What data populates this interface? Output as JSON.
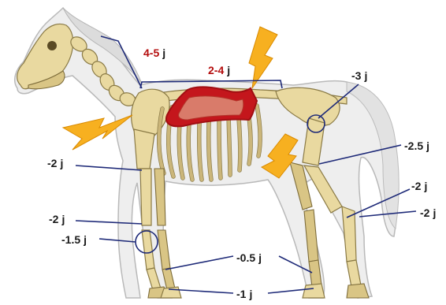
{
  "colors": {
    "label": "#1a1a1a",
    "highlight_label": "#b40d0d",
    "annotation_line": "#1e2a78",
    "saddle_fill": "#c4161c",
    "lightning": "#f7b020",
    "bone": "#e9d9a0",
    "body_outline": "#b9b9b9"
  },
  "labels": {
    "neck": {
      "value": "4-5",
      "unit": "j"
    },
    "back": {
      "value": "2-4",
      "unit": "j"
    },
    "hip": {
      "value": "-3",
      "unit": "j"
    },
    "stifle": {
      "value": "-2.5",
      "unit": "j"
    },
    "hock_upper": {
      "value": "-2",
      "unit": "j"
    },
    "hock_lower": {
      "value": "-2",
      "unit": "j"
    },
    "elbow": {
      "value": "-2",
      "unit": "j"
    },
    "knee": {
      "value": "-2",
      "unit": "j"
    },
    "fetlock_front": {
      "value": "-1.5",
      "unit": "j"
    },
    "pastern": {
      "value": "-0.5",
      "unit": "j"
    },
    "hoof": {
      "value": "-1",
      "unit": "j"
    }
  },
  "icons": [
    "lightning-bolt-icon",
    "saddle-area-icon",
    "joint-circle-icon"
  ]
}
